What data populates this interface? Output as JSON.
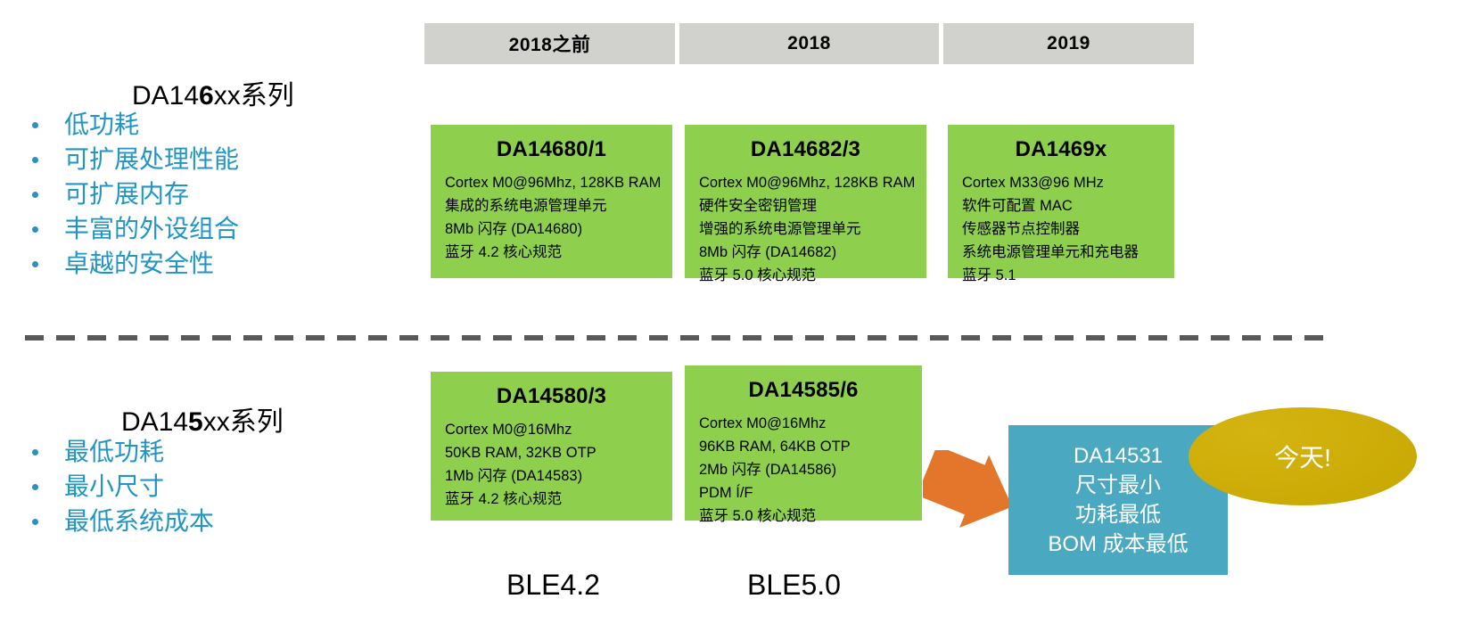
{
  "timeline": {
    "columns": [
      {
        "label": "2018之前"
      },
      {
        "label": "2018"
      },
      {
        "label": "2019"
      }
    ]
  },
  "groups": {
    "series6": {
      "title_prefix": "DA14",
      "title_bold": "6",
      "title_suffix": "xx系列",
      "title_full": "DA146xx系列",
      "bullets": [
        "低功耗",
        "可扩展处理性能",
        "可扩展内存",
        "丰富的外设组合",
        "卓越的安全性"
      ]
    },
    "series5": {
      "title_prefix": "DA14",
      "title_bold": "5",
      "title_suffix": "xx系列",
      "title_full": "DA145xx系列",
      "bullets": [
        "最低功耗",
        "最小尺寸",
        "最低系统成本"
      ]
    }
  },
  "cards": [
    {
      "id": "da14680",
      "title": "DA14680/1",
      "specs": [
        "Cortex M0@96Mhz, 128KB RAM",
        "集成的系统电源管理单元",
        "8Mb 闪存 (DA14680)",
        "蓝牙 4.2 核心规范"
      ]
    },
    {
      "id": "da14682",
      "title": "DA14682/3",
      "specs": [
        "Cortex M0@96Mhz, 128KB RAM",
        "硬件安全密钥管理",
        "增强的系统电源管理单元",
        "8Mb 闪存 (DA14682)",
        "蓝牙 5.0 核心规范"
      ]
    },
    {
      "id": "da1469x",
      "title": "DA1469x",
      "specs": [
        "Cortex M33@96 MHz",
        "软件可配置 MAC",
        "传感器节点控制器",
        "系统电源管理单元和充电器",
        "蓝牙 5.1"
      ]
    },
    {
      "id": "da14580",
      "title": "DA14580/3",
      "specs": [
        "Cortex M0@16Mhz",
        "50KB RAM, 32KB OTP",
        "1Mb 闪存 (DA14583)",
        "蓝牙 4.2 核心规范"
      ]
    },
    {
      "id": "da14585",
      "title": "DA14585/6",
      "specs": [
        "Cortex M0@16Mhz",
        "96KB RAM, 64KB OTP",
        "2Mb 闪存 (DA14586)",
        "PDM Í/F",
        "蓝牙 5.0 核心规范"
      ]
    }
  ],
  "highlight": {
    "lines": [
      "DA14531",
      "尺寸最小",
      "功耗最低",
      "BOM 成本最低"
    ],
    "badge_label": "今天!"
  },
  "footer": {
    "ble_42": "BLE4.2",
    "ble_50": "BLE5.0"
  },
  "colors": {
    "header_band": "#d1d2cd",
    "card_green": "#8ecf4d",
    "bullet_blue": "#2196c4",
    "highlight_blue": "#4aa9c1",
    "badge_yellow": "#cfae09",
    "arrow_orange": "#e3762b",
    "divider_gray": "#58595b"
  }
}
